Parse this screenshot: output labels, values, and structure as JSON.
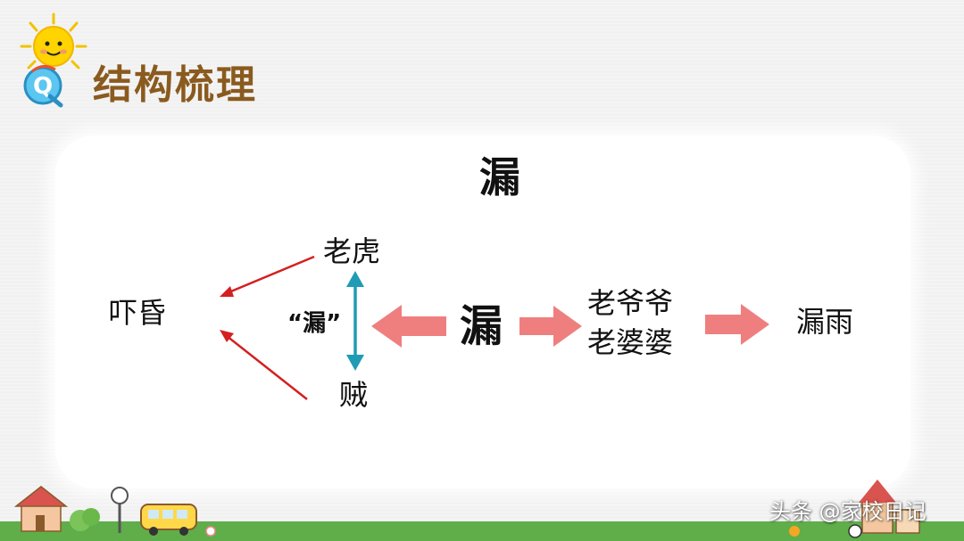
{
  "header": {
    "title": "结构梳理"
  },
  "diagram": {
    "top_title": "漏",
    "center": "漏",
    "tiger": "老虎",
    "thief": "贼",
    "quoted_leak": "“漏”",
    "frightened": "吓昏",
    "grandparents_line1": "老爷爷",
    "grandparents_line2": "老婆婆",
    "leaking_rain": "漏雨"
  },
  "watermark": "头条 @家校日记",
  "colors": {
    "block_arrow": "#ef7f7f",
    "thin_arrow": "#d42020",
    "double_arrow": "#1f9bb5",
    "title_color": "#8a5a1e",
    "ground": "#5fae4a"
  }
}
